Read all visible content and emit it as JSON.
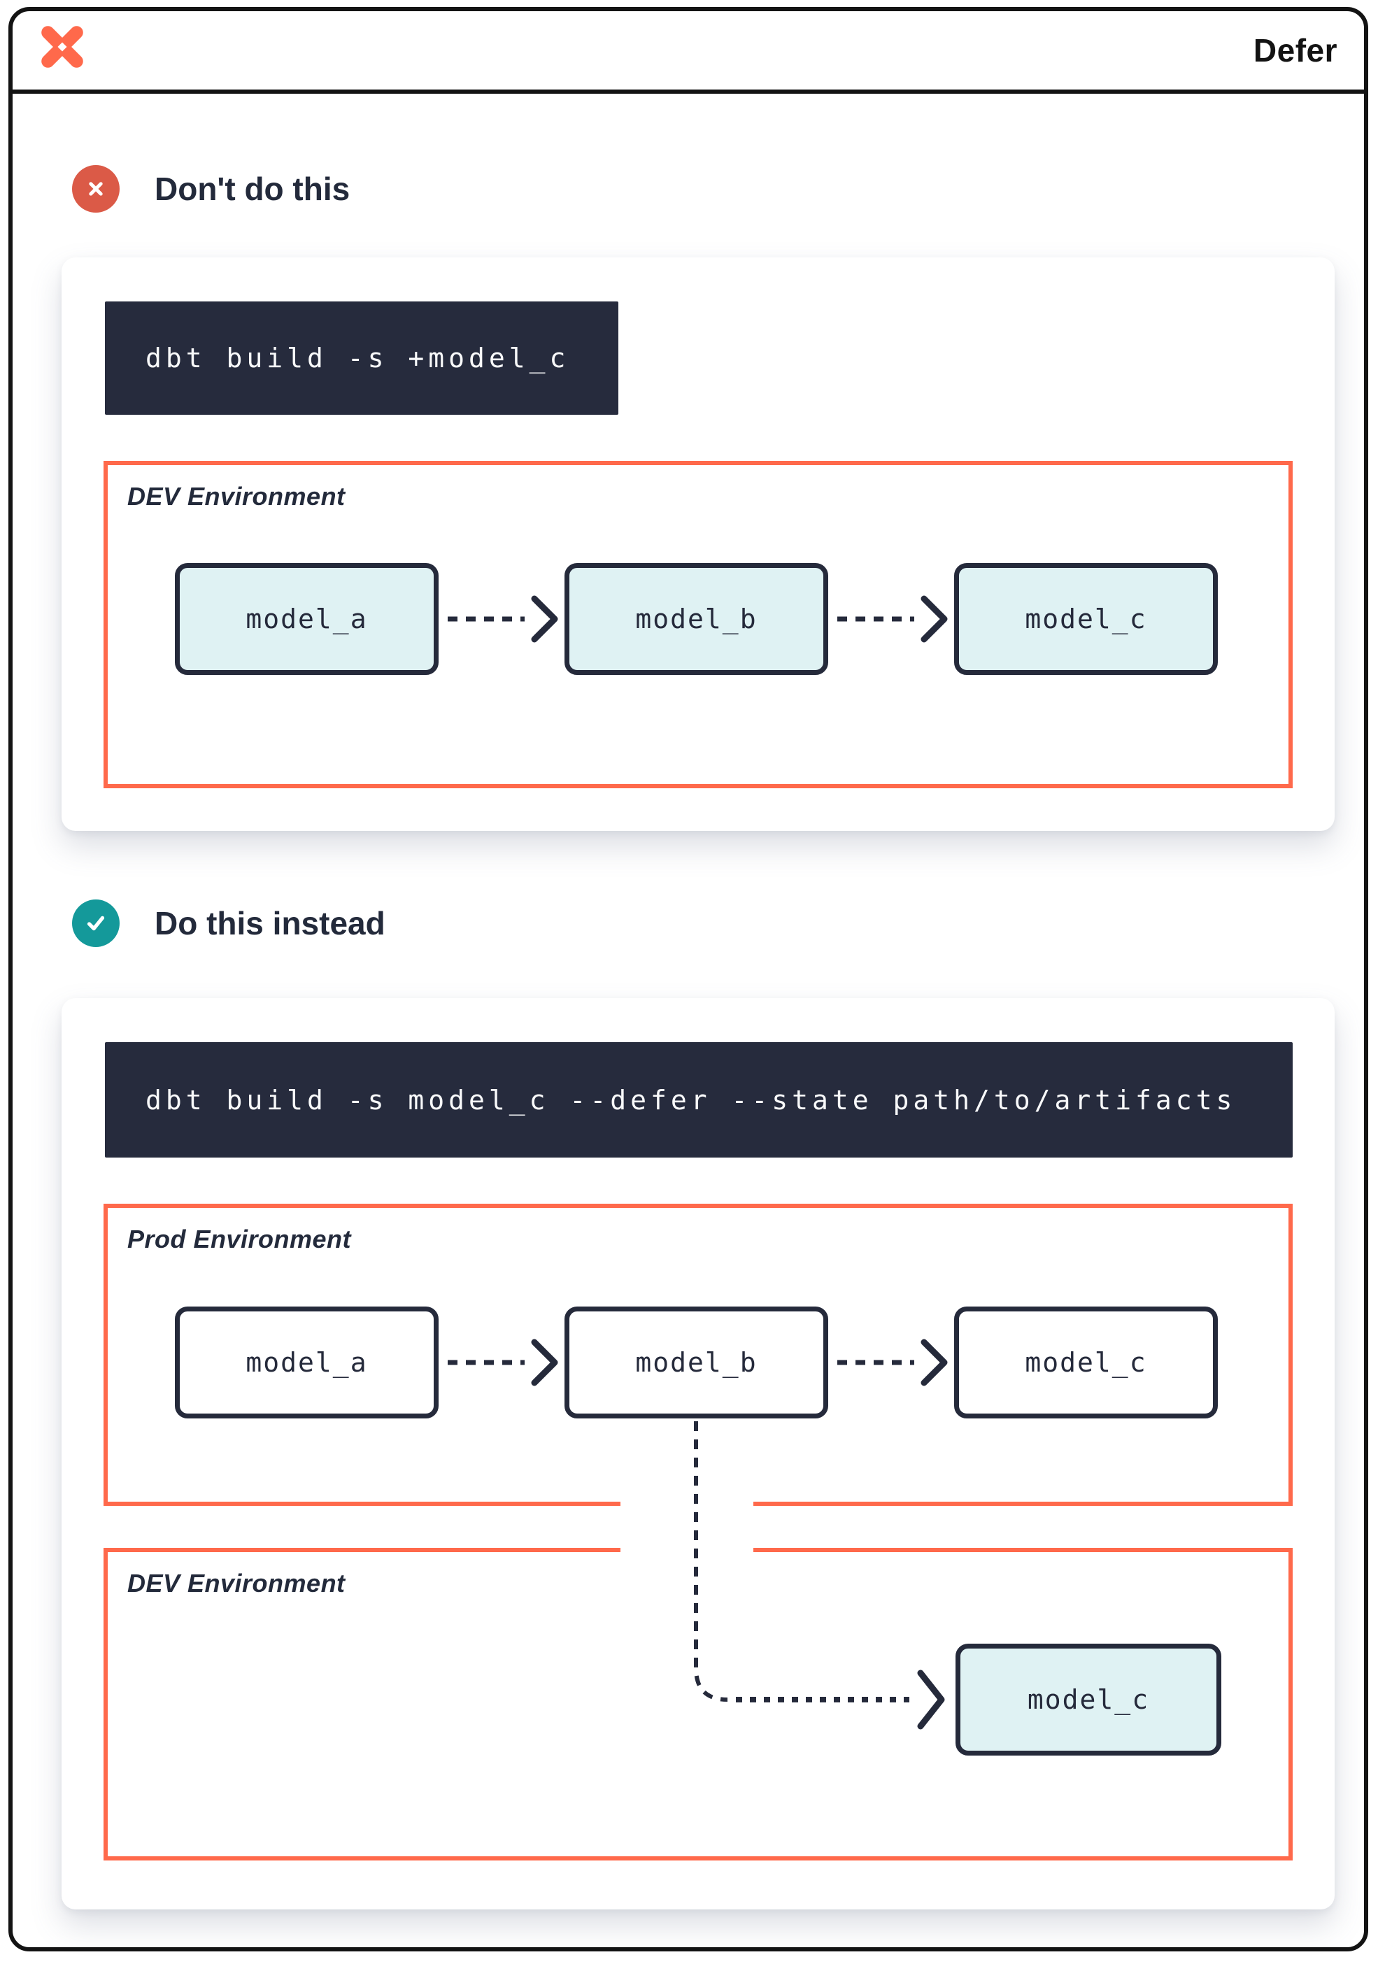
{
  "window": {
    "title": "Defer"
  },
  "icons": {
    "logo": "dbt-logo",
    "dont_badge": "x-circle-icon",
    "do_badge": "check-circle-icon",
    "connector": "dashed-arrow"
  },
  "colors": {
    "brand_orange": "#FF694B",
    "error_red": "#DB5A47",
    "success_teal": "#14999A",
    "navy": "#252A3B",
    "model_fill_teal": "#DFF2F3",
    "code_bg": "#262B3D"
  },
  "sections": [
    {
      "heading": "Don't do this",
      "command": "dbt build -s +model_c",
      "environments": [
        {
          "label": "DEV Environment",
          "models": [
            "model_a",
            "model_b",
            "model_c"
          ]
        }
      ]
    },
    {
      "heading": "Do this instead",
      "command": "dbt build -s model_c --defer --state path/to/artifacts",
      "environments": [
        {
          "label": "Prod Environment",
          "models": [
            "model_a",
            "model_b",
            "model_c"
          ]
        },
        {
          "label": "DEV Environment",
          "models": [
            "model_c"
          ]
        }
      ]
    }
  ]
}
